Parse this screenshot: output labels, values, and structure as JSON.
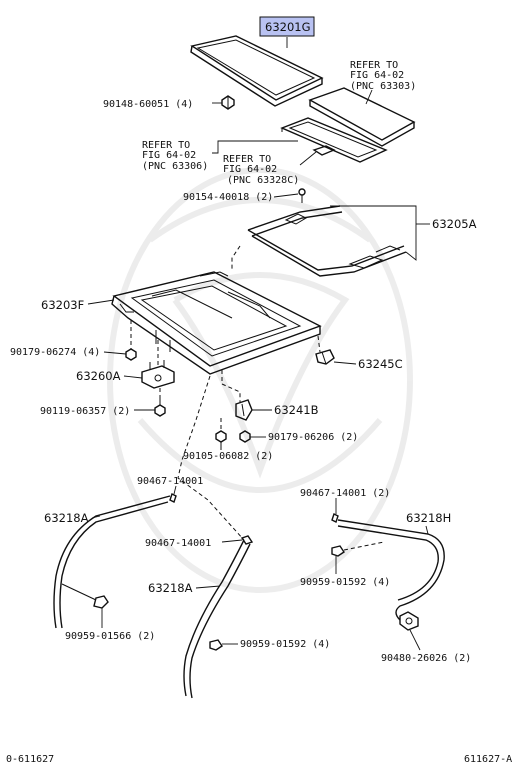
{
  "highlight_color": "#b9c2f2",
  "labels": {
    "p63201G": "63201G",
    "refer1_l1": "REFER TO",
    "refer1_l2": "FIG 64-02",
    "refer1_l3": "(PNC 63303)",
    "p90148": "90148-60051 (4)",
    "refer2_l1": "REFER TO",
    "refer2_l2": "FIG 64-02",
    "refer2_l3": "(PNC 63306)",
    "refer3_l1": "REFER TO",
    "refer3_l2": "FIG 64-02",
    "refer3_l3": "(PNC 63328C)",
    "p90154": "90154-40018 (2)",
    "p63205A": "63205A",
    "p63203F": "63203F",
    "p90179a": "90179-06274 (4)",
    "p63245C": "63245C",
    "p63260A": "63260A",
    "p90119": "90119-06357 (2)",
    "p63241B": "63241B",
    "p90179b": "90179-06206 (2)",
    "p90105": "90105-06082 (2)",
    "p90467a": "90467-14001",
    "p90467b": "90467-14001 (2)",
    "p63218A_left": "63218A",
    "p63218H": "63218H",
    "p90467c": "90467-14001",
    "p90959a": "90959-01592 (4)",
    "p63218A_mid": "63218A",
    "p90959b": "90959-01566 (2)",
    "p90959c": "90959-01592 (4)",
    "p90480": "90480-26026 (2)"
  },
  "footer": {
    "left": "0-611627",
    "right": "611627-A"
  }
}
